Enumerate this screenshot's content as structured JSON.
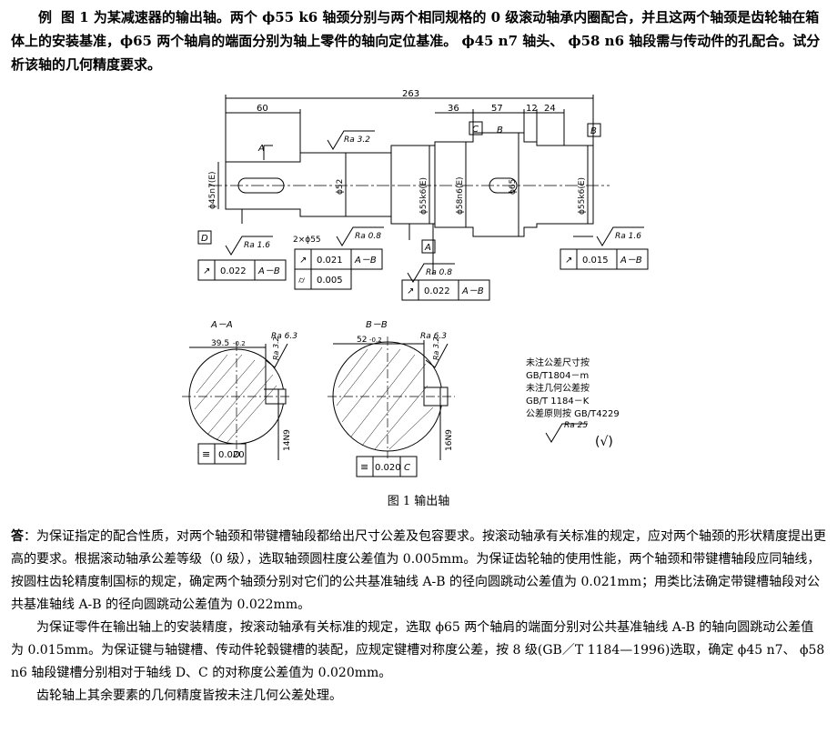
{
  "question": {
    "label": "例",
    "text": "图 1 为某减速器的输出轴。两个 ϕ55 k6 轴颈分别与两个相同规格的 0 级滚动轴承内圈配合，并且这两个轴颈是齿轮轴在箱体上的安装基准，ϕ65 两个轴肩的端面分别为轴上零件的轴向定位基准。 ϕ45 n7 轴头、 ϕ58 n6 轴段需与传动件的孔配合。试分析该轴的几何精度要求。"
  },
  "figure": {
    "caption": "图 1 输出轴",
    "dims": {
      "d263": "263",
      "d60": "60",
      "d36": "36",
      "d57": "57",
      "d12": "12",
      "d24": "24"
    },
    "diameters": {
      "d45": "ϕ45n7(E)",
      "d52": "ϕ52",
      "d55a": "ϕ55k6(E)",
      "d58": "ϕ58n6(E)",
      "d65": "ϕ65",
      "d55b": "ϕ55k6(E)"
    },
    "datums": {
      "a": "A",
      "b": "B",
      "c": "C",
      "d": "D"
    },
    "roughness": {
      "r32": "Ra 3.2",
      "r08a": "Ra 0.8",
      "r08b": "Ra 0.8",
      "r16a": "Ra 1.6",
      "r16b": "Ra 1.6",
      "r63a": "Ra 6.3",
      "r63b": "Ra 6.3",
      "r32a": "Ra 3.2",
      "r32b": "Ra 3.2",
      "r25": "Ra 25"
    },
    "tol_note": "2×ϕ55",
    "frames": {
      "f1": {
        "v": "0.022",
        "ref": "A－B"
      },
      "f2": {
        "v": "0.021",
        "ref": "A－B"
      },
      "f3": {
        "v": "0.005"
      },
      "f4": {
        "v": "0.022",
        "ref": "A－B"
      },
      "f5": {
        "v": "0.015",
        "ref": "A－B"
      },
      "f6": {
        "v": "0.020",
        "ref": "D"
      },
      "f7": {
        "v": "0.020",
        "ref": "C"
      }
    },
    "sections": {
      "aa": "A－A",
      "bb": "B－B",
      "w1": "39.5",
      "w1tol": "-0.2",
      "w2": "52",
      "w2tol": "-0.2",
      "k1": "14N9",
      "k2": "16N9"
    },
    "notes": [
      "未注公差尺寸按",
      "GB/T1804－m",
      "未注几何公差按",
      "GB/T 1184－K",
      "公差原则按 GB/T4229"
    ],
    "check": "(√)"
  },
  "answer": {
    "lead": "答",
    "p1": "：为保证指定的配合性质，对两个轴颈和带键槽轴段都给出尺寸公差及包容要求。按滚动轴承有关标准的规定，应对两个轴颈的形状精度提出更高的要求。根据滚动轴承公差等级（0 级），选取轴颈圆柱度公差值为 0.005mm。为保证齿轮轴的使用性能，两个轴颈和带键槽轴段应同轴线，按圆柱齿轮精度制国标的规定，确定两个轴颈分别对它们的公共基准轴线 A-B 的径向圆跳动公差值为 0.021mm；用类比法确定带键槽轴段对公共基准轴线 A-B 的径向圆跳动公差值为 0.022mm。",
    "p2": "为保证零件在输出轴上的安装精度，按滚动轴承有关标准的规定，选取 ϕ65 两个轴肩的端面分别对公共基准轴线 A-B 的轴向圆跳动公差值为 0.015mm。为保证键与轴键槽、传动件轮毂键槽的装配，应规定键槽对称度公差，按 8 级(GB／T 1184—1996)选取，确定 ϕ45 n7、 ϕ58 n6 轴段键槽分别相对于轴线 D、C 的对称度公差值为 0.020mm。",
    "p3": "齿轮轴上其余要素的几何精度皆按未注几何公差处理。"
  }
}
